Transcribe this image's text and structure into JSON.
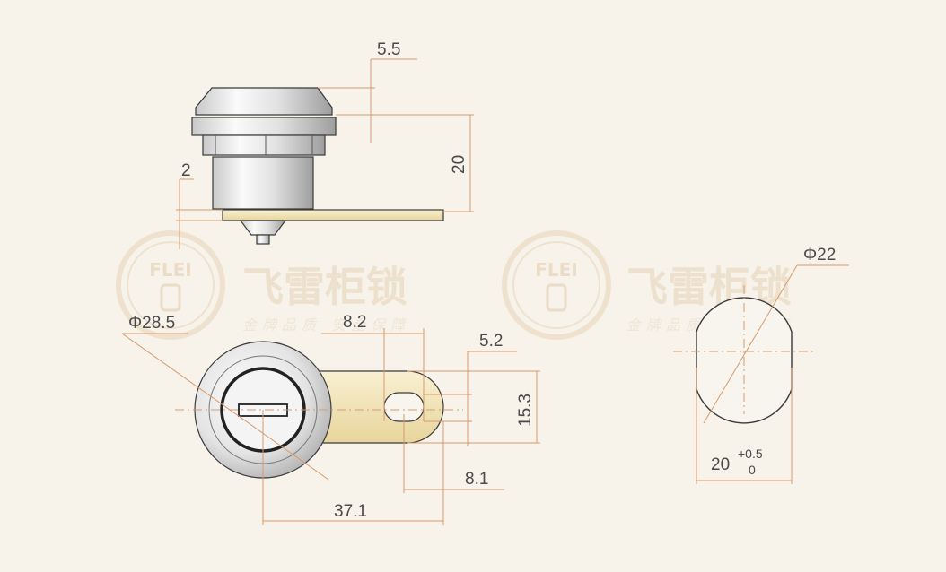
{
  "watermark": {
    "logo_text": "FLEI",
    "brand_cn": "飞雷柜锁",
    "slogan_cn": "金牌品质 安全保障"
  },
  "dimensions": {
    "side_top_offset": "5.5",
    "side_height": "20",
    "side_cam_offset": "2",
    "front_diameter": "Φ28.5",
    "slot_width": "8.2",
    "cam_end": "5.2",
    "cam_height": "15.3",
    "slot_pos": "8.1",
    "total_length": "37.1",
    "cutout_diameter": "Φ22",
    "cutout_flat": "20",
    "tol_upper": "+0.5",
    "tol_lower": "0"
  },
  "colors": {
    "background": "#f7f2ea",
    "dimension_line": "#d99a6c",
    "cam_fill": "#f3e4b8",
    "watermark": "#eadcc6"
  }
}
